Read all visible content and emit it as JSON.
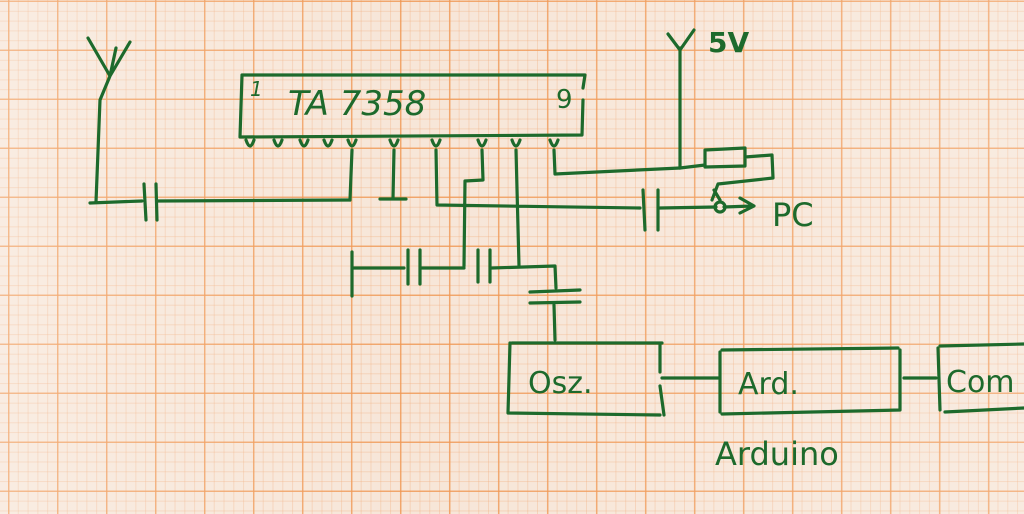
{
  "ic": {
    "label": "TA 7358",
    "pin_first": "1",
    "pin_last": "9"
  },
  "supply_label": "5V",
  "output_label": "PC",
  "blocks": {
    "oscillator": "Osz.",
    "arduino_short": "Ard.",
    "computer": "Com",
    "arduino_caption": "Arduino"
  },
  "ink_color": "#1d6a2c"
}
